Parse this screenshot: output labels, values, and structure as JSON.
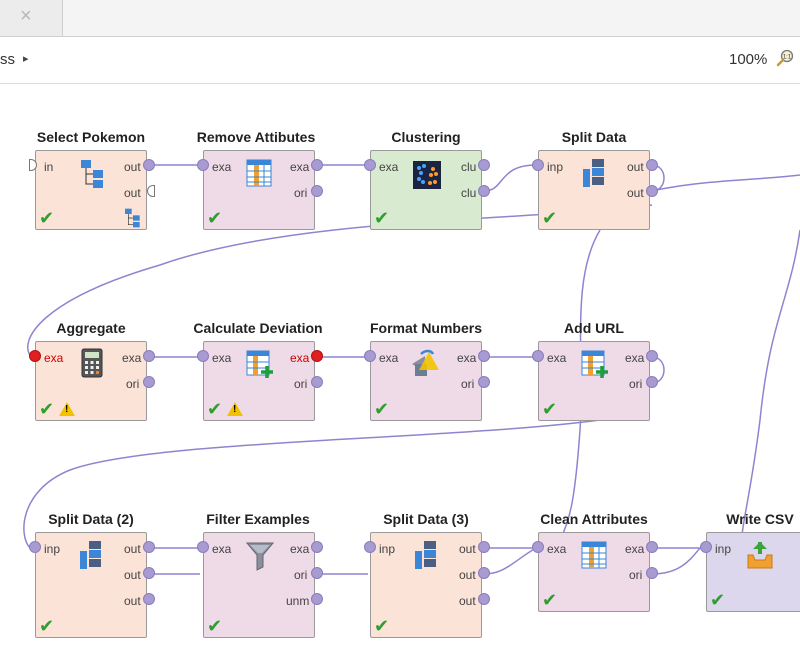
{
  "tab": {
    "close_glyph": "×"
  },
  "breadcrumb": {
    "text": "ss",
    "arrow": "▸"
  },
  "zoom": {
    "level": "100%",
    "icon": "zoom-icon"
  },
  "operators": {
    "select_pokemon": {
      "title": "Select Pokemon",
      "ports_in": [
        "in"
      ],
      "ports_out": [
        "out",
        "out"
      ]
    },
    "remove_attributes": {
      "title": "Remove Attibutes",
      "ports_in": [
        "exa"
      ],
      "ports_out": [
        "exa",
        "ori"
      ]
    },
    "clustering": {
      "title": "Clustering",
      "ports_in": [
        "exa"
      ],
      "ports_out": [
        "clu",
        "clu"
      ]
    },
    "split_data": {
      "title": "Split Data",
      "ports_in": [
        "inp"
      ],
      "ports_out": [
        "out",
        "out"
      ]
    },
    "aggregate": {
      "title": "Aggregate",
      "ports_in": [
        "exa"
      ],
      "ports_out": [
        "exa",
        "ori"
      ]
    },
    "calculate_deviation": {
      "title": "Calculate Deviation",
      "ports_in": [
        "exa"
      ],
      "ports_out": [
        "exa",
        "ori"
      ]
    },
    "format_numbers": {
      "title": "Format Numbers",
      "ports_in": [
        "exa"
      ],
      "ports_out": [
        "exa",
        "ori"
      ]
    },
    "add_url": {
      "title": "Add URL",
      "ports_in": [
        "exa"
      ],
      "ports_out": [
        "exa",
        "ori"
      ]
    },
    "split_data_2": {
      "title": "Split Data (2)",
      "ports_in": [
        "inp"
      ],
      "ports_out": [
        "out",
        "out",
        "out"
      ]
    },
    "filter_examples": {
      "title": "Filter Examples",
      "ports_in": [
        "exa"
      ],
      "ports_out": [
        "exa",
        "ori",
        "unm"
      ]
    },
    "split_data_3": {
      "title": "Split Data (3)",
      "ports_in": [
        "inp"
      ],
      "ports_out": [
        "out",
        "out",
        "out"
      ]
    },
    "clean_attributes": {
      "title": "Clean Attributes",
      "ports_in": [
        "exa"
      ],
      "ports_out": [
        "exa",
        "ori"
      ]
    },
    "write_csv": {
      "title": "Write CSV",
      "ports_in": [
        "inp"
      ],
      "ports_out": []
    }
  },
  "status": {
    "check": "✔",
    "warn": "!"
  },
  "colors": {
    "wire": "#8f84cf",
    "port": "#a79bd1",
    "error_port": "#e02020",
    "ok": "#2e9e2e",
    "warning": "#f2c200"
  }
}
